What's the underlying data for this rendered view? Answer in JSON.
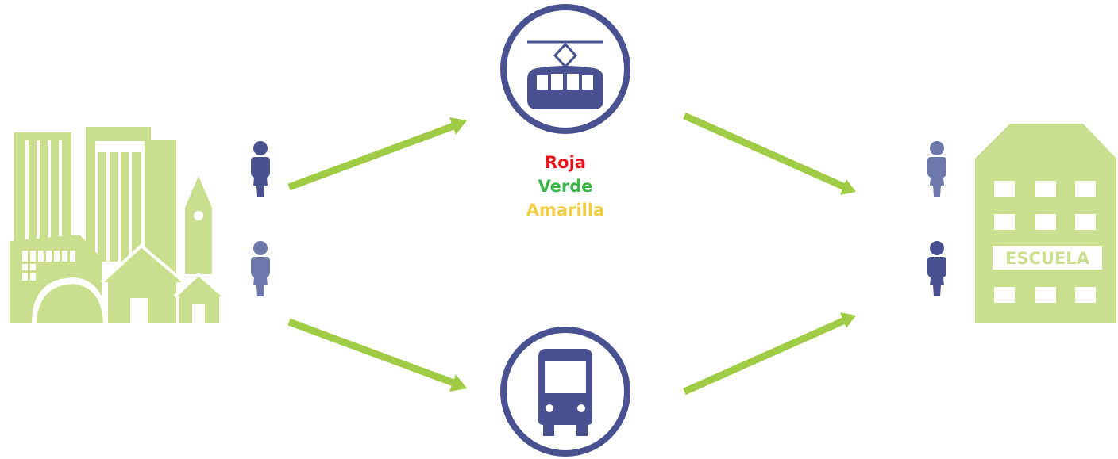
{
  "colors": {
    "green": "#c9df8e",
    "arrow_green": "#9fcb45",
    "navy": "#4a5190",
    "navy_light": "#6e78aa",
    "white": "#ffffff"
  },
  "icons": {
    "origin": "city-icon",
    "destination": "school-icon",
    "upper_mode": "cable-car-icon",
    "lower_mode": "bus-icon",
    "person": "person-icon"
  },
  "school_sign": "ESCUELA",
  "cable_lines": [
    {
      "label": "Roja",
      "color": "#e8141c"
    },
    {
      "label": "Verde",
      "color": "#3bb54a"
    },
    {
      "label": "Amarilla",
      "color": "#f2cc44"
    }
  ]
}
